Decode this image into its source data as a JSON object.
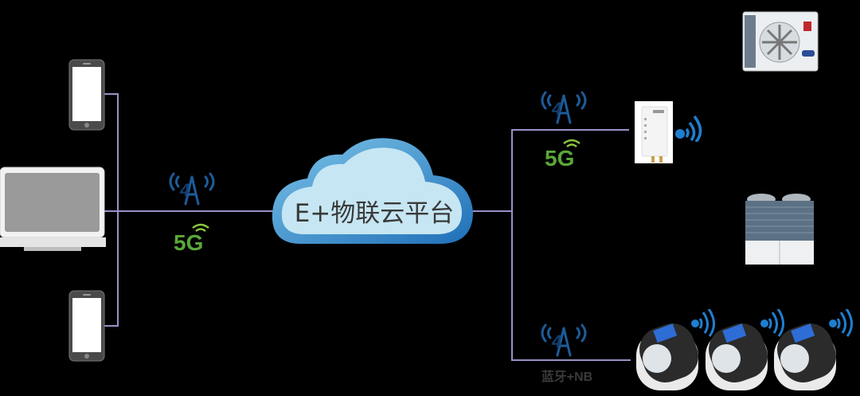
{
  "platform": {
    "label": "E+物联云平台"
  },
  "connections": {
    "left": {
      "signals": [
        "4G",
        "5G"
      ]
    },
    "right_top": {
      "signals": [
        "4G",
        "5G"
      ]
    },
    "right_bottom": {
      "signals": [
        "4G"
      ],
      "label": "蓝牙+NB"
    }
  },
  "colors": {
    "line": "#9b8fc6",
    "cloud_fill": "#c6e6f3",
    "cloud_edge": "#2f8ccf",
    "signal_4g": "#1c5c9a",
    "signal_5g": "#6ab93a",
    "text": "#3a3a3a"
  },
  "devices": {
    "clients": [
      "smartphone",
      "laptop",
      "smartphone"
    ],
    "endpoints": [
      "air-conditioner-outdoor-unit",
      "iot-gateway",
      "vrf-outdoor-unit",
      "smart-water-meter",
      "smart-water-meter",
      "smart-water-meter"
    ]
  }
}
